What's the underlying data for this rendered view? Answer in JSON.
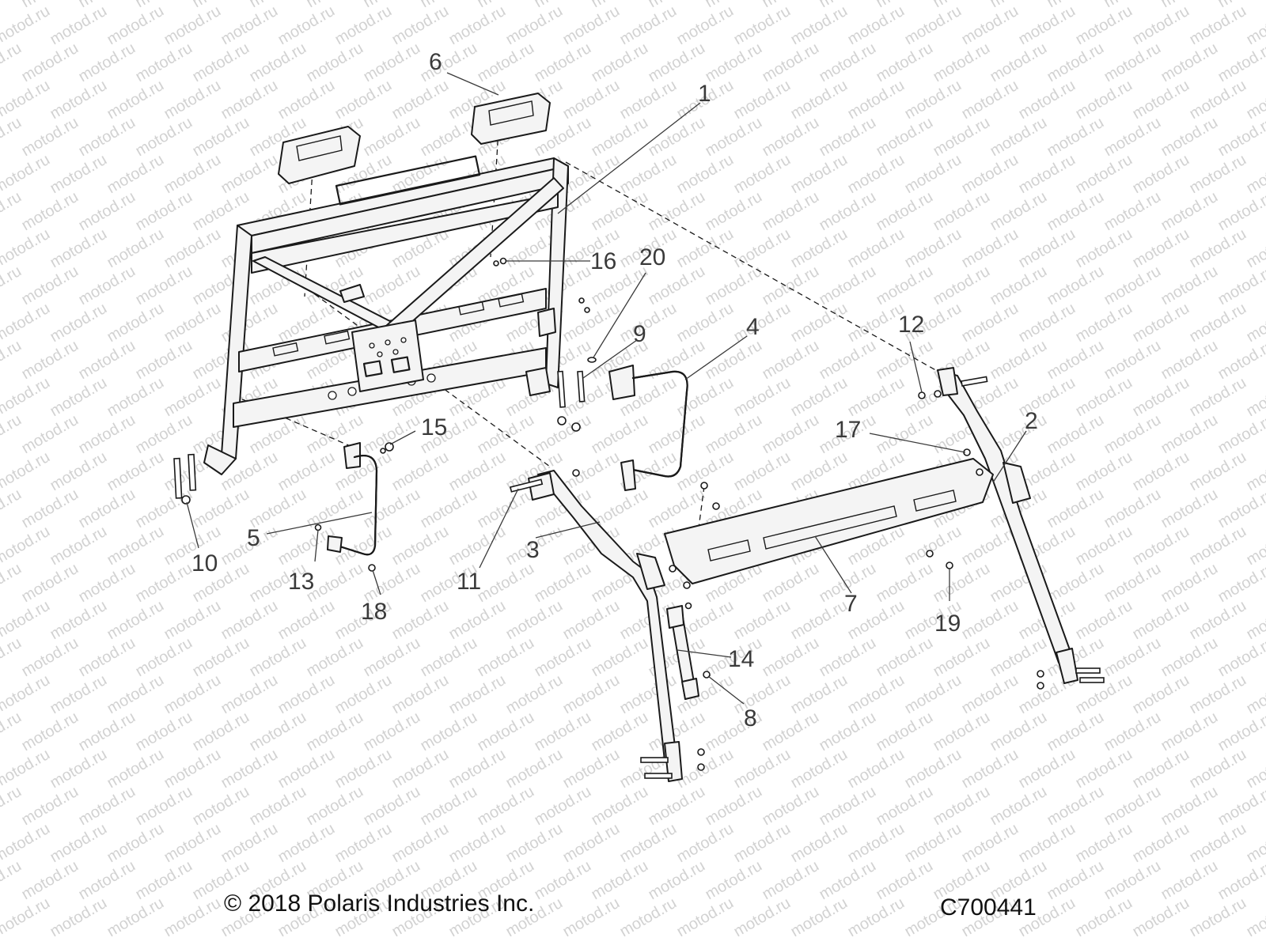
{
  "watermark": "motod.ru",
  "callouts": {
    "c1": "1",
    "c2": "2",
    "c3": "3",
    "c4": "4",
    "c5": "5",
    "c6": "6",
    "c7": "7",
    "c8": "8",
    "c9": "9",
    "c10": "10",
    "c11": "11",
    "c12": "12",
    "c13": "13",
    "c14": "14",
    "c15": "15",
    "c16": "16",
    "c17": "17",
    "c18": "18",
    "c19": "19",
    "c20": "20"
  },
  "footer": {
    "copyright": "© 2018 Polaris Industries Inc.",
    "figure_code": "C700441"
  },
  "colors": {
    "line": "#1a1a1a",
    "callout": "#3a3a3a",
    "watermark": "#d2d2d2"
  }
}
